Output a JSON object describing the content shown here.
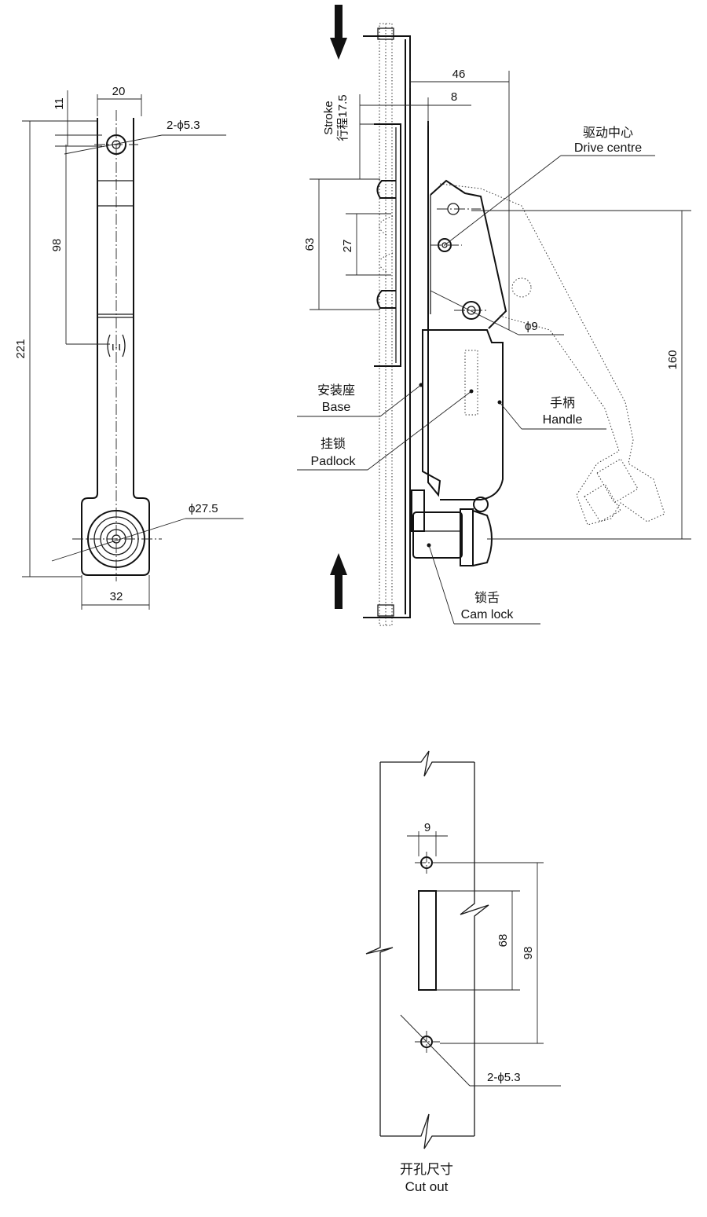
{
  "front_view": {
    "dim_width_top": "20",
    "dim_hole_offset": "11",
    "hole_label": "2-ϕ5.3",
    "dim_hole_spacing": "98",
    "dim_total_height": "221",
    "dim_cylinder_dia": "ϕ27.5",
    "dim_width_bottom": "32"
  },
  "side_view": {
    "dim_46": "46",
    "dim_8": "8",
    "stroke_en": "Stroke",
    "stroke_zh": "行程17.5",
    "dim_63": "63",
    "dim_27": "27",
    "dim_160": "160",
    "dim_pivot_dia": "ϕ9",
    "drive_centre_zh": "驱动中心",
    "drive_centre_en": "Drive centre",
    "base_zh": "安装座",
    "base_en": "Base",
    "padlock_zh": "挂锁",
    "padlock_en": "Padlock",
    "handle_zh": "手柄",
    "handle_en": "Handle",
    "camlock_zh": "锁舌",
    "camlock_en": "Cam lock"
  },
  "cutout": {
    "dim_9": "9",
    "dim_68": "68",
    "dim_98": "98",
    "hole_label": "2-ϕ5.3",
    "title_zh": "开孔尺寸",
    "title_en": "Cut out"
  }
}
